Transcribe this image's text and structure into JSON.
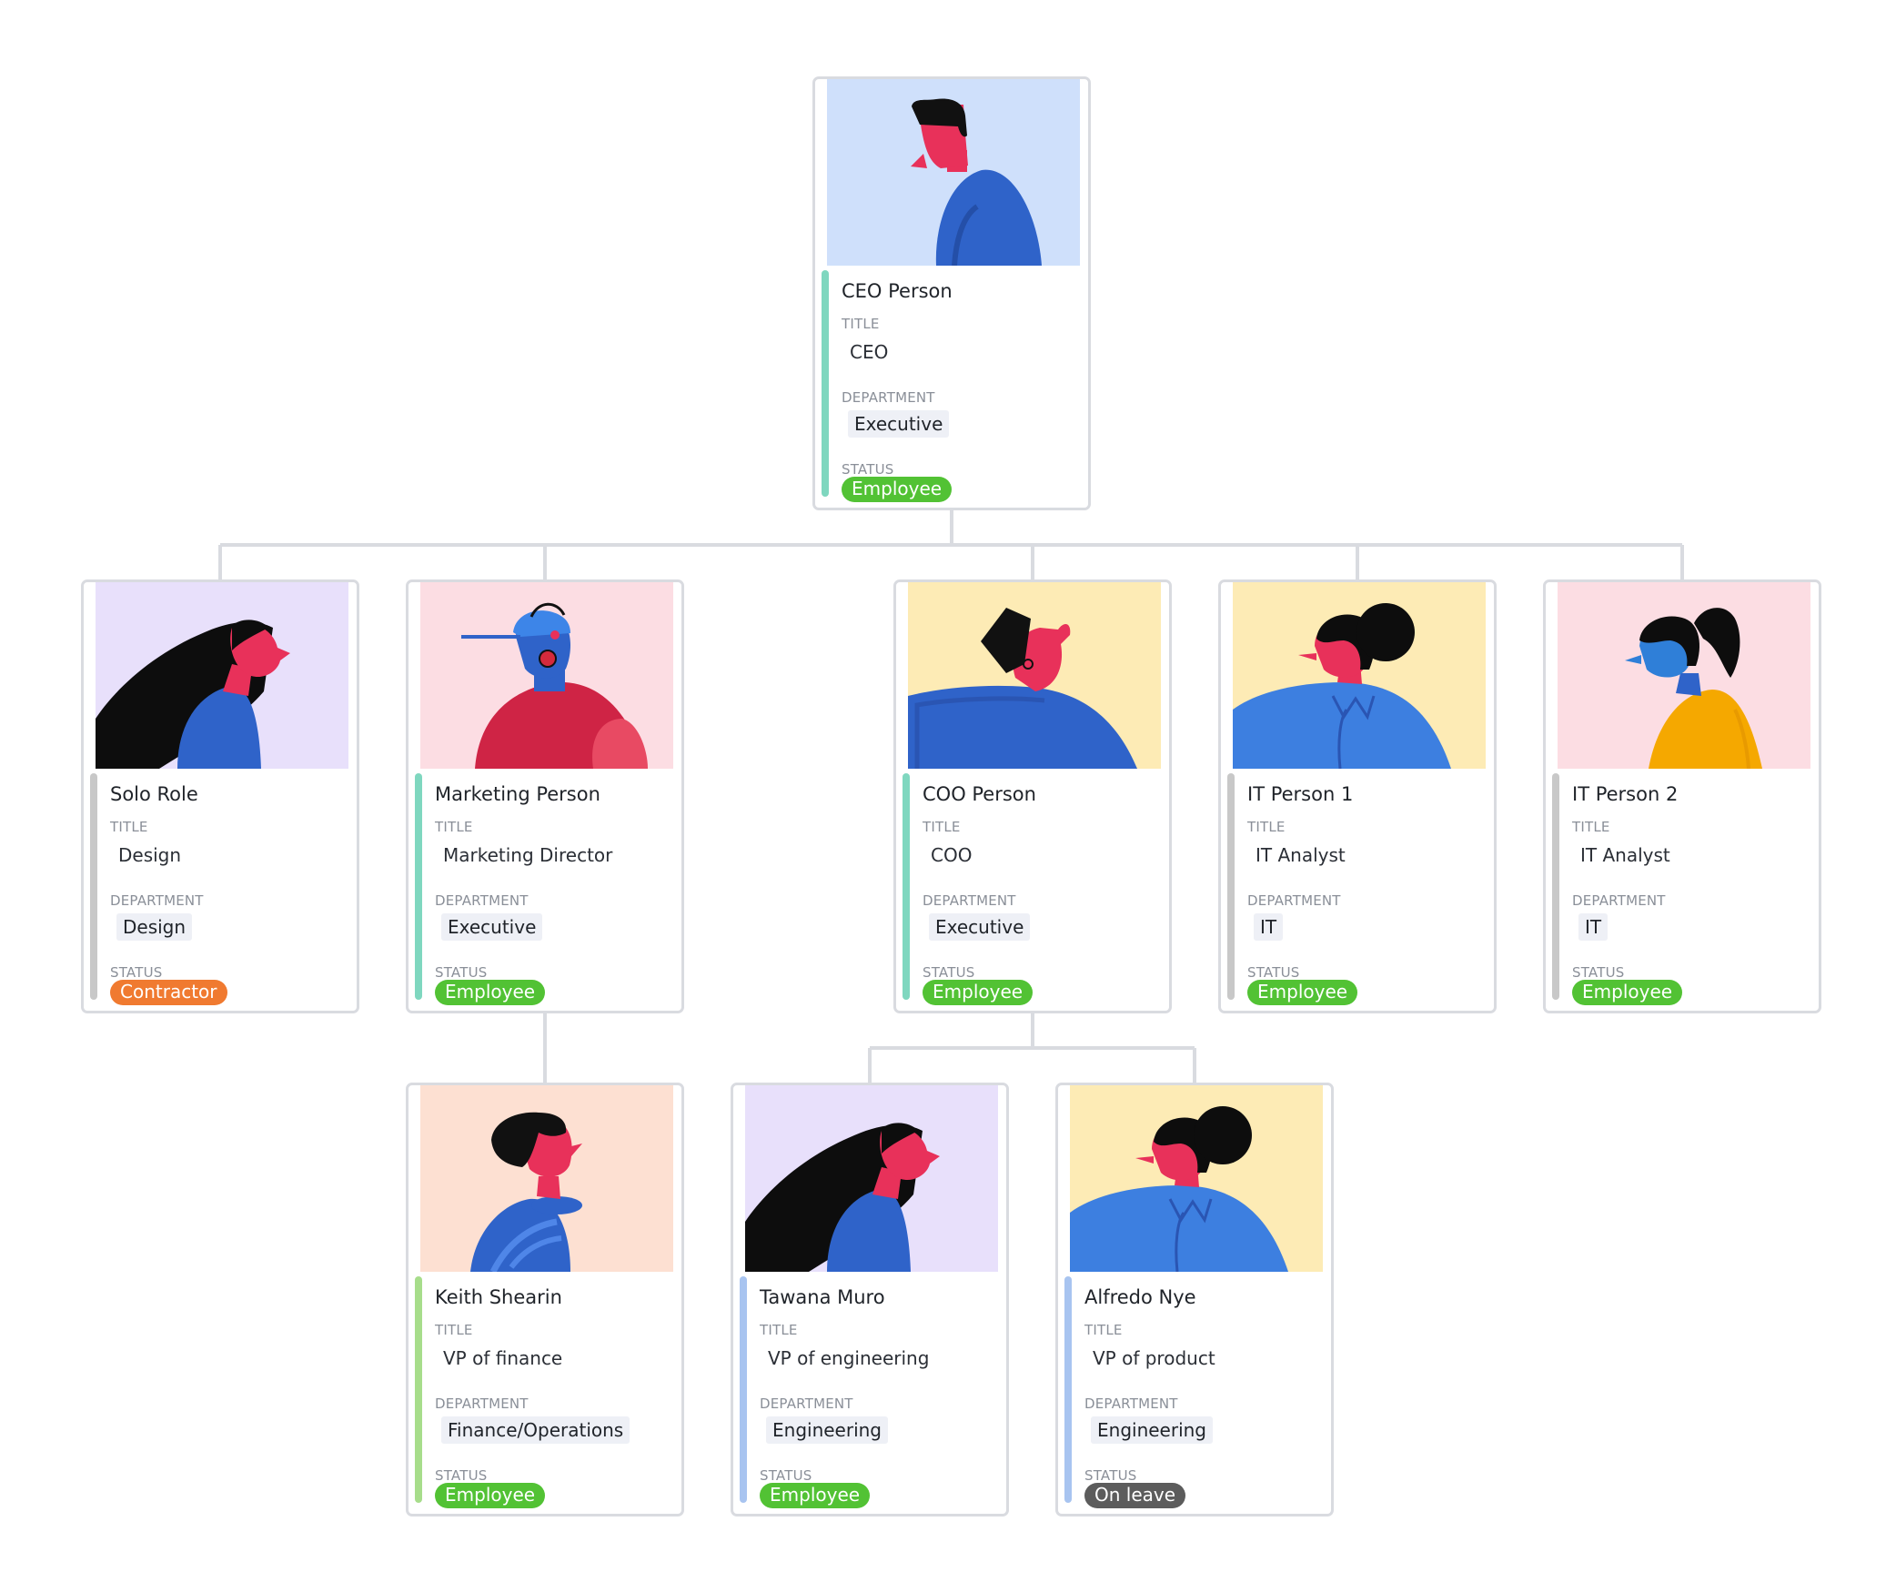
{
  "labels": {
    "title": "TITLE",
    "department": "DEPARTMENT",
    "status": "STATUS"
  },
  "colors": {
    "connector": "#d9dbe0",
    "border": "#d9dbe0",
    "status_employee": "#52c234",
    "status_contractor": "#f07a30",
    "status_on_leave": "#5c5c5c",
    "bar_executive": "#7fd7bf",
    "bar_gray": "#c8c8c8",
    "bar_finance": "#a7dd8b",
    "bar_engineering": "#a8c4f0"
  },
  "people": [
    {
      "id": "ceo",
      "name": "CEO Person",
      "title": "CEO",
      "department": "Executive",
      "status": "Employee",
      "status_color": "#52c234",
      "bar_color": "#7fd7bf",
      "photo_bg": "#cfe0fb",
      "avatar": "man-short-hair-avatar",
      "parent": null
    },
    {
      "id": "solo",
      "name": "Solo Role",
      "title": "Design",
      "department": "Design",
      "status": "Contractor",
      "status_color": "#f07a30",
      "bar_color": "#c8c8c8",
      "photo_bg": "#e8e0fb",
      "avatar": "woman-long-hair-avatar",
      "parent": "ceo"
    },
    {
      "id": "marketing",
      "name": "Marketing Person",
      "title": "Marketing Director",
      "department": "Executive",
      "status": "Employee",
      "status_color": "#52c234",
      "bar_color": "#7fd7bf",
      "photo_bg": "#fcdde3",
      "avatar": "man-cap-headphones-avatar",
      "parent": "ceo"
    },
    {
      "id": "coo",
      "name": "COO Person",
      "title": "COO",
      "department": "Executive",
      "status": "Employee",
      "status_color": "#52c234",
      "bar_color": "#7fd7bf",
      "photo_bg": "#fdebb5",
      "avatar": "man-looking-up-avatar",
      "parent": "ceo"
    },
    {
      "id": "it1",
      "name": "IT Person 1",
      "title": "IT Analyst",
      "department": "IT",
      "status": "Employee",
      "status_color": "#52c234",
      "bar_color": "#c8c8c8",
      "photo_bg": "#fdebb5",
      "avatar": "woman-bun-avatar",
      "parent": "ceo"
    },
    {
      "id": "it2",
      "name": "IT Person 2",
      "title": "IT Analyst",
      "department": "IT",
      "status": "Employee",
      "status_color": "#52c234",
      "bar_color": "#c8c8c8",
      "photo_bg": "#fcdde3",
      "avatar": "woman-ponytail-avatar",
      "parent": "ceo"
    },
    {
      "id": "keith",
      "name": "Keith Shearin",
      "title": "VP of finance",
      "department": "Finance/Operations",
      "status": "Employee",
      "status_color": "#52c234",
      "bar_color": "#a7dd8b",
      "photo_bg": "#fde0d2",
      "avatar": "man-wavy-hair-avatar",
      "parent": "marketing"
    },
    {
      "id": "tawana",
      "name": "Tawana Muro",
      "title": "VP of engineering",
      "department": "Engineering",
      "status": "Employee",
      "status_color": "#52c234",
      "bar_color": "#a8c4f0",
      "photo_bg": "#e8e0fb",
      "avatar": "woman-long-hair-avatar",
      "parent": "coo"
    },
    {
      "id": "alfredo",
      "name": "Alfredo Nye",
      "title": "VP of product",
      "department": "Engineering",
      "status": "On leave",
      "status_color": "#5c5c5c",
      "bar_color": "#a8c4f0",
      "photo_bg": "#fdebb5",
      "avatar": "woman-bun-avatar",
      "parent": "coo"
    }
  ]
}
